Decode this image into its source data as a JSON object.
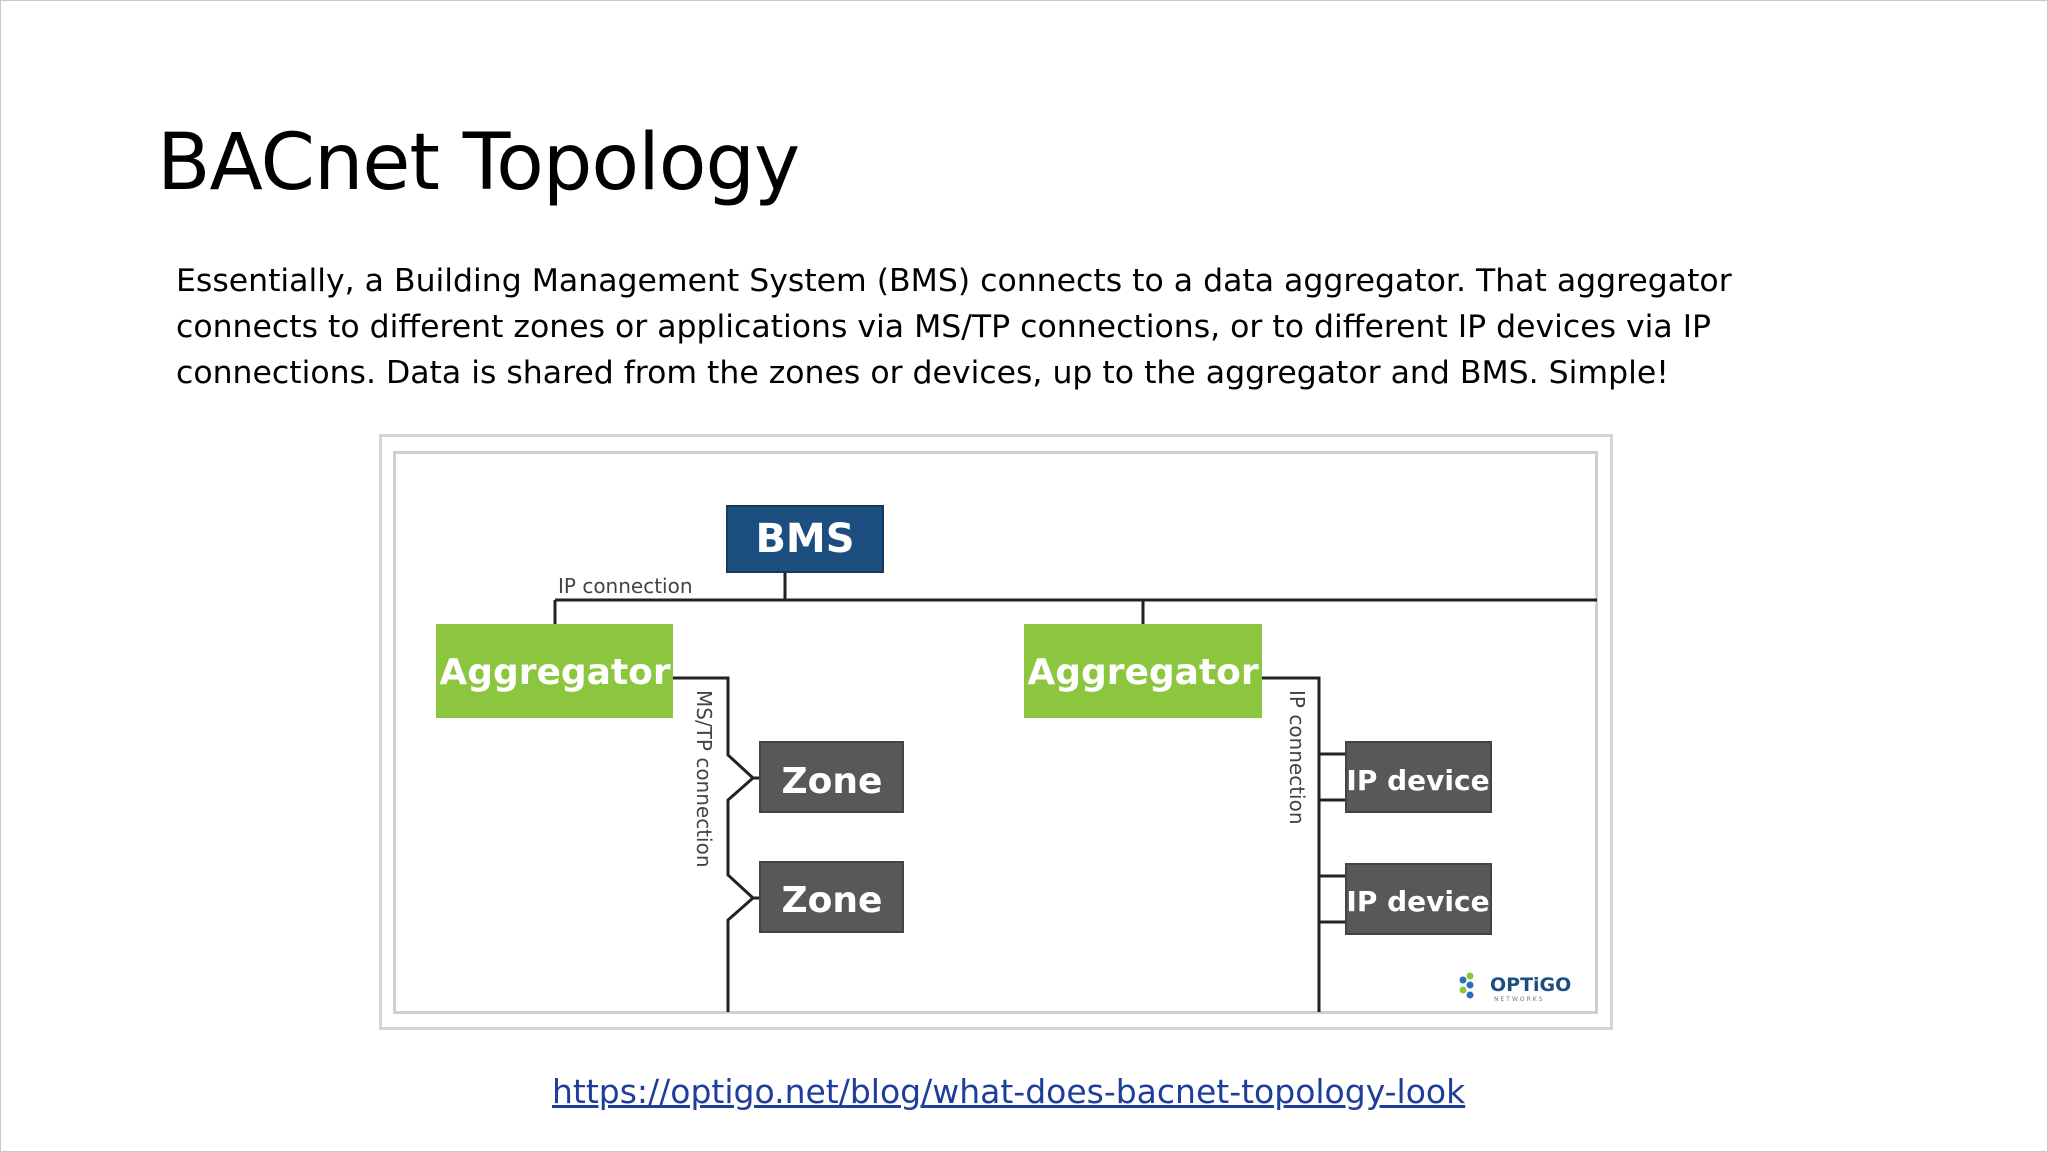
{
  "slide": {
    "title": "BACnet Topology",
    "body": "Essentially, a Building Management System (BMS) connects to a data aggregator. That aggregator connects to different zones or applications via MS/TP connections, or to different IP devices via IP connections. Data is shared from the zones or devices, up to the aggregator and BMS. Simple!",
    "link": "https://optigo.net/blog/what-does-bacnet-topology-look"
  },
  "diagram": {
    "bms": "BMS",
    "aggregator_left": "Aggregator",
    "aggregator_right": "Aggregator",
    "zone_1": "Zone",
    "zone_2": "Zone",
    "ip_device_1": "IP device",
    "ip_device_2": "IP device",
    "ip_connection_top": "IP connection",
    "mstp_connection": "MS/TP connection",
    "ip_connection_side": "IP connection",
    "logo_text": "OPTiGO",
    "logo_sub": "NETWORKS",
    "colors": {
      "bms": "#1c4e80",
      "aggregator": "#8cc63f",
      "device": "#58585a",
      "line": "#222222"
    }
  }
}
